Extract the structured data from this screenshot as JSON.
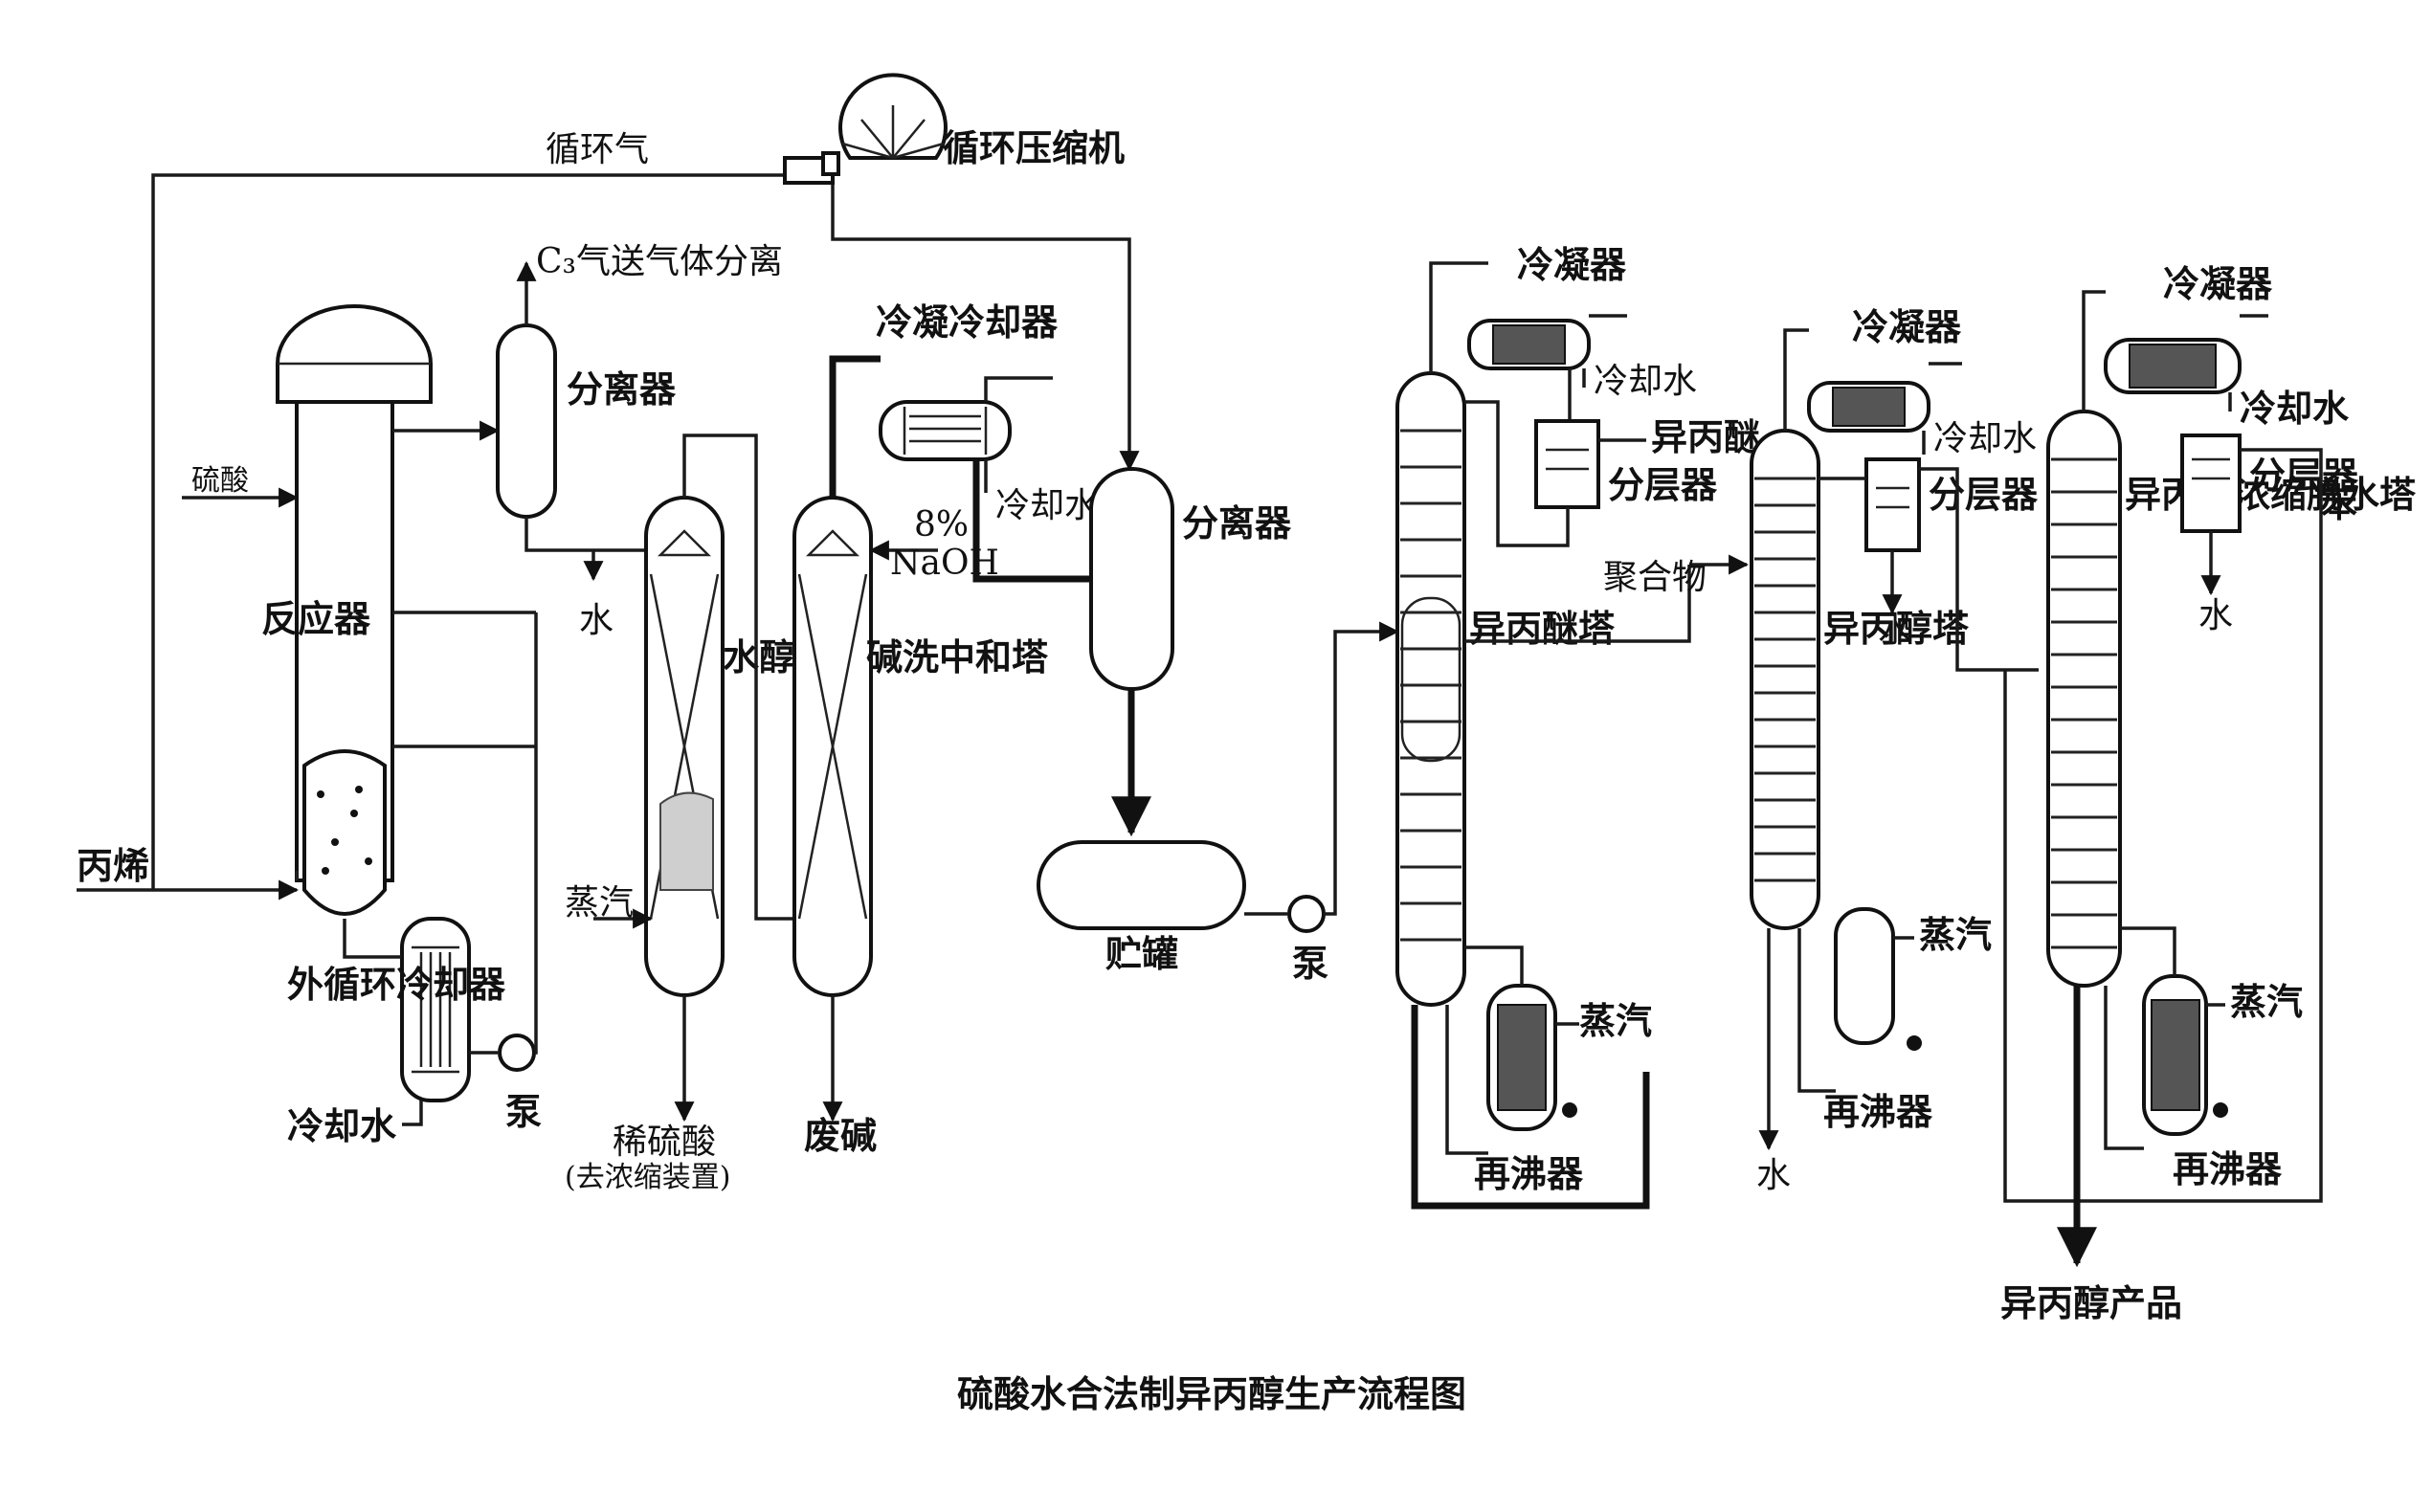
{
  "caption": "硫酸水合法制异丙醇生产流程图",
  "labels": {
    "recycle_gas": "循环气",
    "recycle_compressor": "循环压缩机",
    "c3_gas": "C₃气送气体分离",
    "sulfuric_acid": "硫酸",
    "propylene": "丙烯",
    "reactor": "反应器",
    "separator1": "分离器",
    "water1": "水",
    "steam1": "蒸汽",
    "hydration_tower": "水醇塔",
    "dilute_acid": "稀硫酸",
    "dilute_acid_note": "(去浓缩装置)",
    "neutralizer": "碱洗中和塔",
    "waste_alkali": "废碱",
    "cond_cooler": "冷凝冷却器",
    "cooling_water1": "冷却水",
    "naoh_pct": "8%",
    "naoh": "NaOH",
    "separator2": "分离器",
    "storage_tank": "贮罐",
    "pump1": "泵",
    "pump2": "泵",
    "ext_cooler": "外循环冷却器",
    "cooling_water_in": "冷却水",
    "condenser1": "冷凝器",
    "cooling_water2": "冷却水",
    "ipe": "异丙醚",
    "decanter1": "分层器",
    "ipe_tower": "异丙醚塔",
    "steam2": "蒸汽",
    "reboiler1": "再沸器",
    "polymer": "聚合物",
    "condenser2": "冷凝器",
    "cooling_water3": "冷却水",
    "decanter2": "分层器",
    "water2": "水",
    "ipa_tower": "异丙醇塔",
    "steam3": "蒸汽",
    "reboiler2": "再沸器",
    "water3": "水",
    "condenser3": "冷凝器",
    "cooling_water4": "冷却水",
    "decanter3": "分层器",
    "water4": "水",
    "benzene": "苯",
    "dehydration_tower": "异丙醇浓缩脱水塔",
    "steam4": "蒸汽",
    "reboiler3": "再沸器",
    "ipa_product": "异丙醇产品"
  }
}
